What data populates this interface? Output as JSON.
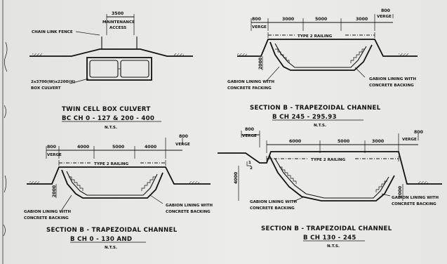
{
  "culvert": {
    "dim_top": "3500",
    "maintenance": "MAINTENANCE",
    "access": "ACCESS",
    "chain_link": "CHAIN LINK FENCE",
    "box_size": "2x3700(W)x2200(H)",
    "box_label": "BOX CULVERT",
    "title1": "TWIN CELL BOX CULVERT",
    "title2": "BC CH 0 - 127 & 200 - 400",
    "nts": "N.T.S."
  },
  "sec_a": {
    "dims": [
      "800",
      "3000",
      "5000",
      "3000",
      "800"
    ],
    "verge_left": "VERGE",
    "verge_right": "VERGE",
    "railing": "TYPE 2 RAILING",
    "height": "2000",
    "gabion_left_1": "GABION LINING WITH",
    "gabion_left_2": "CONCRETE FACKING",
    "gabion_right_1": "GABION LINING WITH",
    "gabion_right_2": "CONCRETE BACKING",
    "title1": "SECTION B - TRAPEZOIDAL CHANNEL",
    "title2": "B CH 245 - 295.93",
    "nts": "N.T.S."
  },
  "sec_b": {
    "dims": [
      "800",
      "4000",
      "5000",
      "4000",
      "800"
    ],
    "verge_left": "VERGE",
    "verge_right": "VERGE",
    "railing": "TYPE 2 RAILING",
    "height": "2000",
    "gabion_left_1": "GABION LINING WITH",
    "gabion_left_2": "CONCRETE BACKING",
    "gabion_right_1": "GABION LINING WITH",
    "gabion_right_2": "CONCRETE BACKING",
    "title1": "SECTION B - TRAPEZOIDAL CHANNEL",
    "title2": "B CH 0 - 130 AND",
    "nts": "N.T.S."
  },
  "sec_c": {
    "dims": [
      "800",
      "6000",
      "5000",
      "3000",
      "800"
    ],
    "verge_left": "VERGE",
    "verge_right": "VERGE",
    "railing": "TYPE 2 RAILING",
    "height_left": "4000",
    "height_right": "2000",
    "slope_1": "1",
    "slope_2": "2",
    "gabion_left_1": "GABION LINING WITH",
    "gabion_left_2": "CONCRETE BACKING",
    "gabion_right_1": "GABION LINING WITH",
    "gabion_right_2": "CONCRETE BACKING",
    "title1": "SECTION B - TRAPEZOIDAL CHANNEL",
    "title2": "B CH 130 - 245",
    "nts": "N.T.S."
  }
}
